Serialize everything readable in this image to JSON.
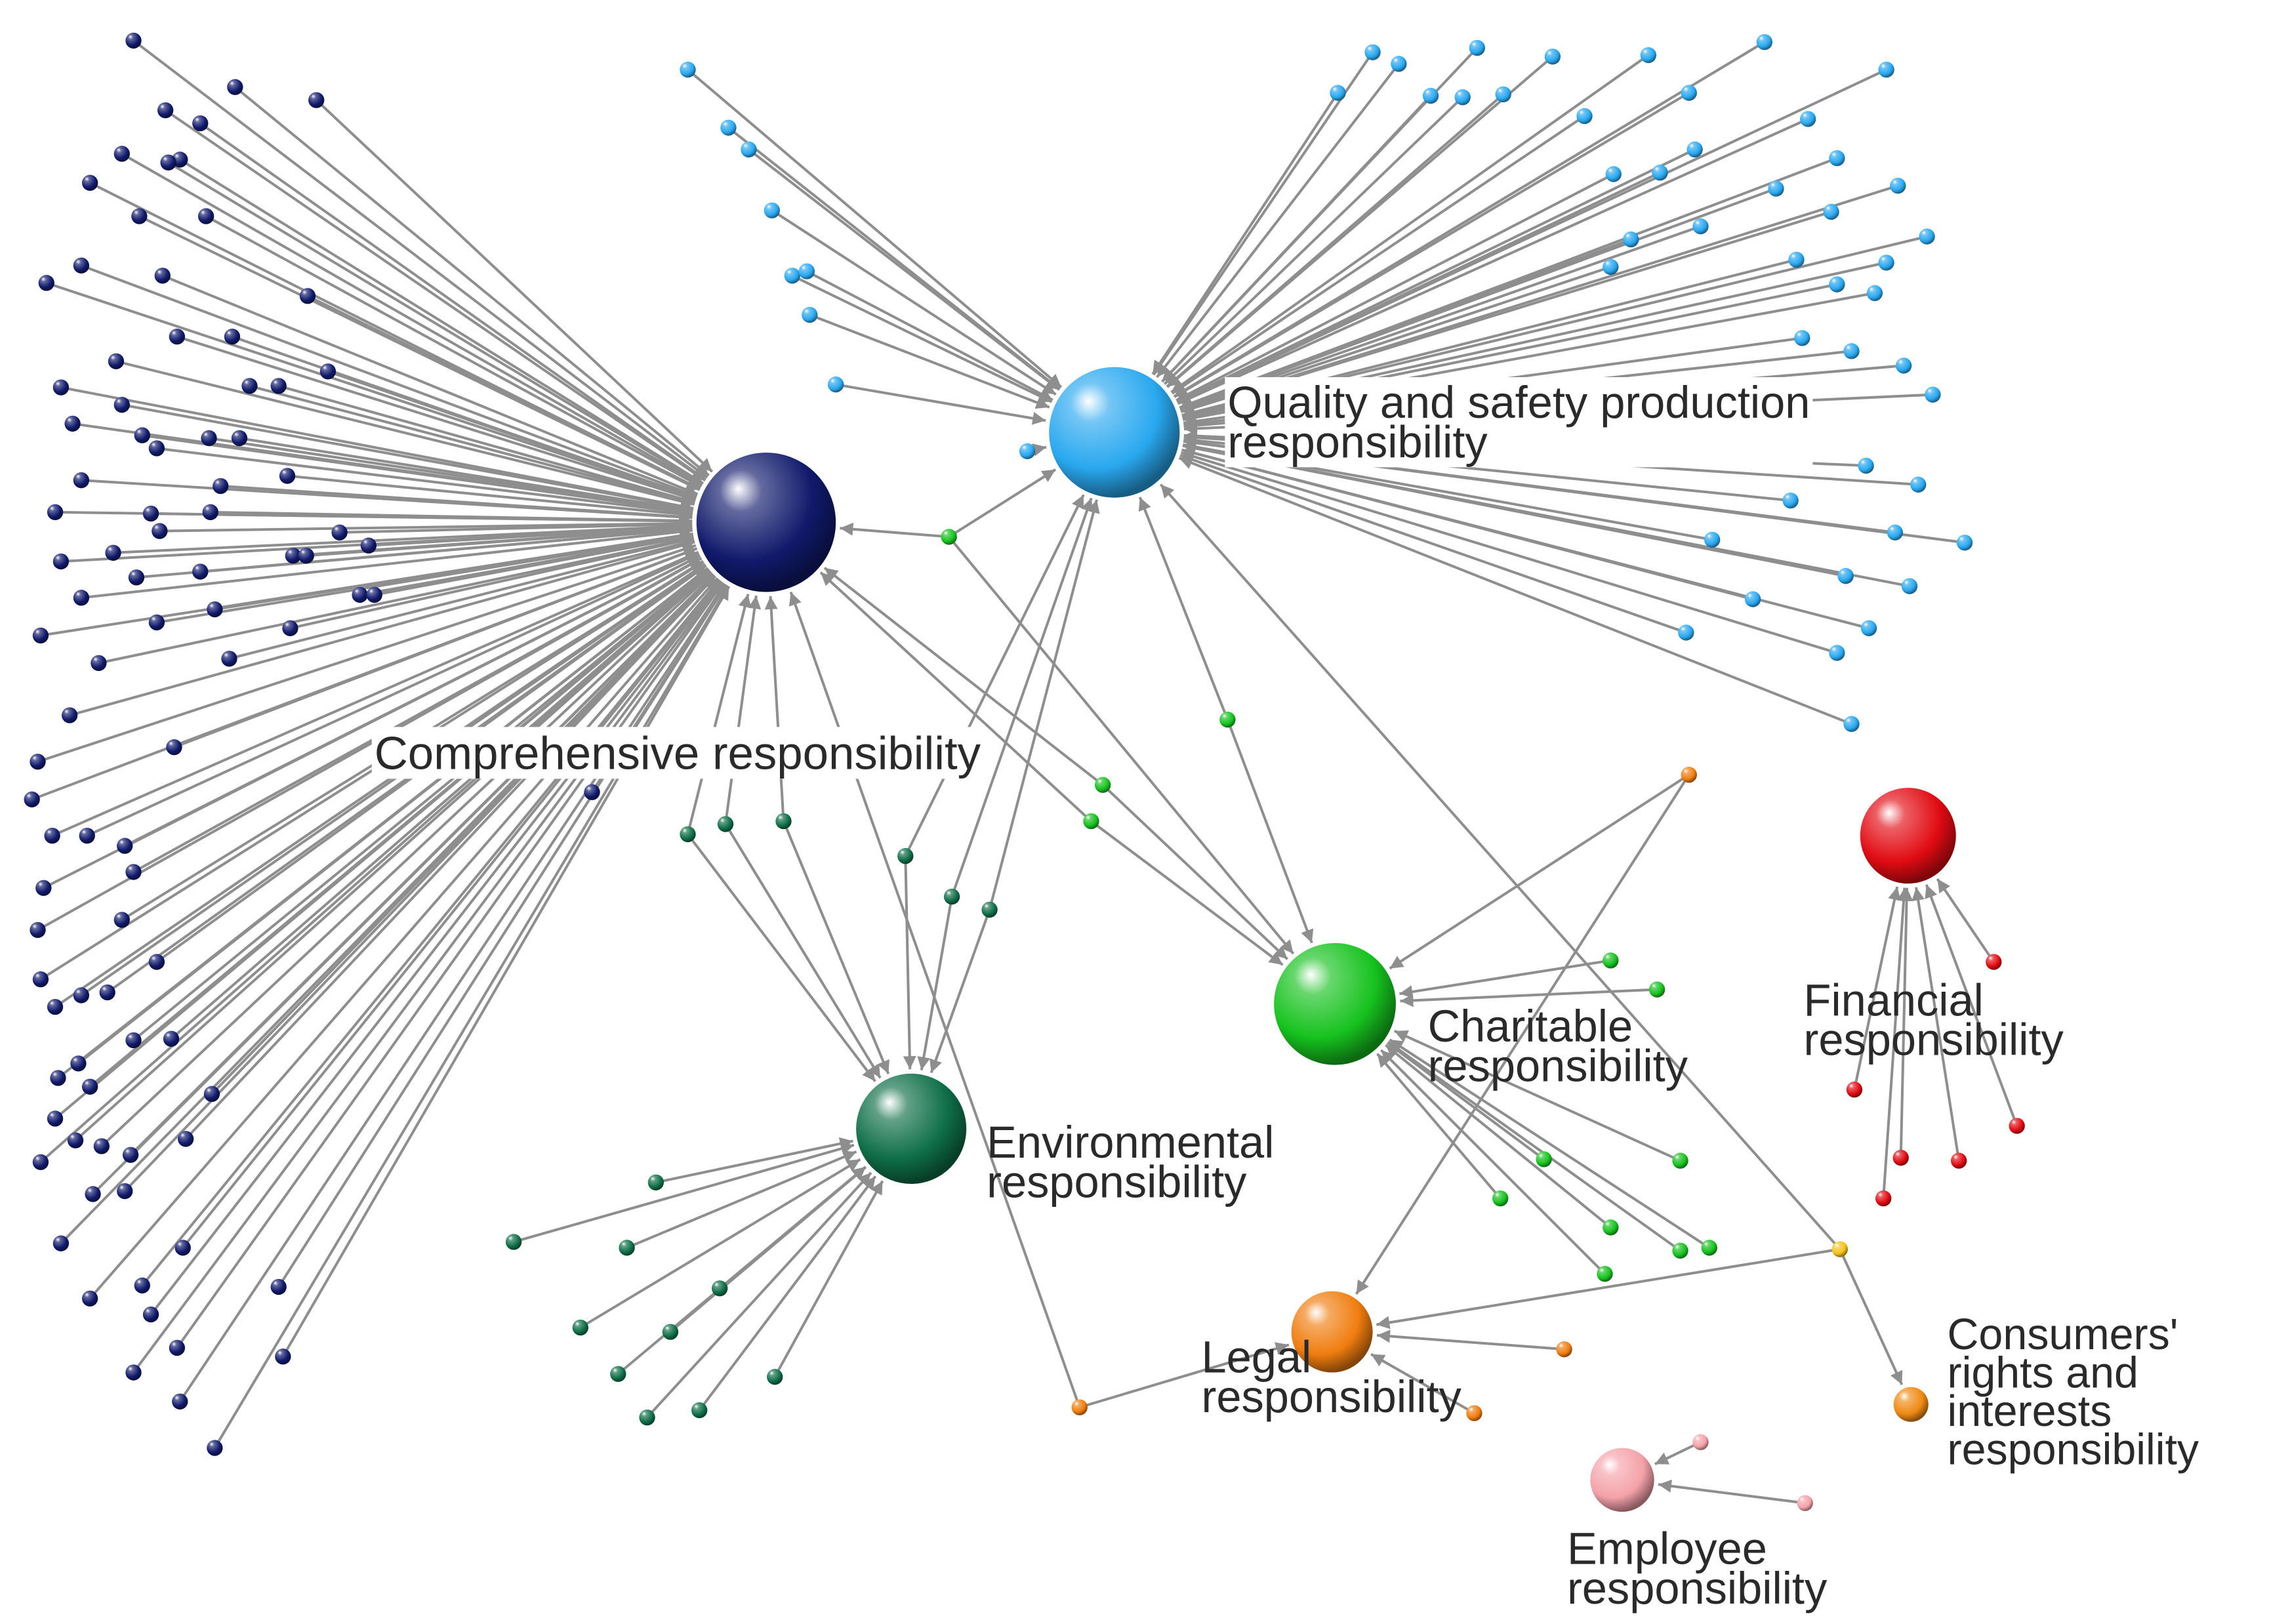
{
  "diagram": {
    "type": "network",
    "colors": {
      "comprehensive": "#101a6b",
      "quality": "#29a8ef",
      "environmental": "#0e6e48",
      "charitable": "#16c21e",
      "legal": "#f07d0f",
      "financial": "#e10b12",
      "employee": "#f4a2aa",
      "consumers": "#ef8a14",
      "edge": "#8e8e8e"
    },
    "hubs": [
      {
        "id": "comprehensive",
        "label": [
          "Comprehensive responsibility"
        ]
      },
      {
        "id": "quality",
        "label": [
          "Quality and safety production",
          "responsibility"
        ]
      },
      {
        "id": "environmental",
        "label": [
          "Environmental",
          "responsibility"
        ]
      },
      {
        "id": "charitable",
        "label": [
          "Charitable",
          "responsibility"
        ]
      },
      {
        "id": "legal",
        "label": [
          "Legal",
          "responsibility"
        ]
      },
      {
        "id": "financial",
        "label": [
          "Financial",
          "responsibility"
        ]
      },
      {
        "id": "employee",
        "label": [
          "Employee",
          "responsibility"
        ]
      },
      {
        "id": "consumers",
        "label": [
          "Consumers'",
          "rights and",
          "interests",
          "responsibility"
        ]
      }
    ]
  }
}
